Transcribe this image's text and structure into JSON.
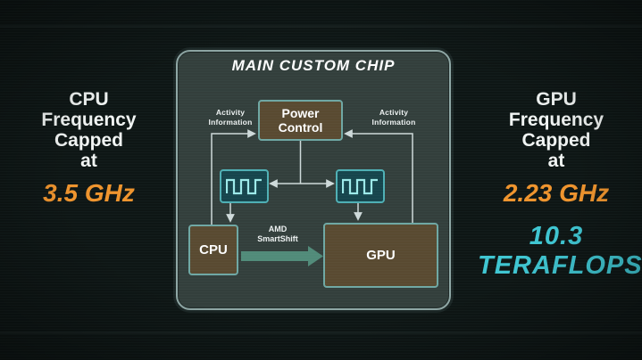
{
  "title": "MAIN CUSTOM CHIP",
  "left_panel": {
    "line1": "CPU",
    "line2": "Frequency",
    "line3": "Capped",
    "line4": "at",
    "value": "3.5 GHz"
  },
  "right_panel": {
    "line1": "GPU",
    "line2": "Frequency",
    "line3": "Capped",
    "line4": "at",
    "value": "2.23 GHz",
    "tf_line1": "10.3",
    "tf_line2": "TERAFLOPS"
  },
  "diagram": {
    "power_control": "Power Control",
    "activity_left_line1": "Activity",
    "activity_left_line2": "Information",
    "activity_right_line1": "Activity",
    "activity_right_line2": "Information",
    "cpu_label": "CPU",
    "gpu_label": "GPU",
    "smartshift_line1": "AMD",
    "smartshift_line2": "SmartShift"
  },
  "icons": {
    "clock_left": "clock-waveform-icon",
    "clock_right": "clock-waveform-icon"
  },
  "colors": {
    "background": "#0e1615",
    "chip_fill": "#333f3c",
    "chip_border": "#8fa7a5",
    "box_fill": "#594a31",
    "box_border": "#6fa8a4",
    "clock_fill": "#16454d",
    "clock_border": "#4fb0b5",
    "waveform": "#9deaea",
    "arrow": "#cfdada",
    "smartshift_arrow": "#54917f",
    "accent_orange": "#f0942d",
    "accent_teal": "#3fc6d2",
    "text_white": "#f2f5f4"
  }
}
